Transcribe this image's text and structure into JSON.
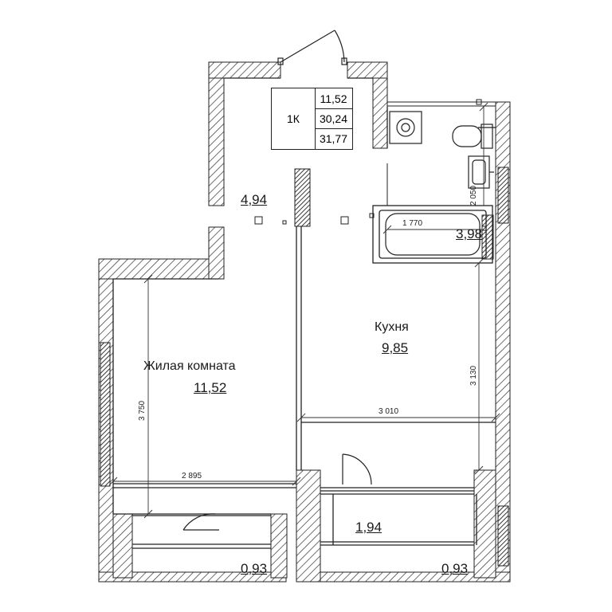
{
  "info": {
    "type": "1К",
    "living": "11,52",
    "total": "30,24",
    "total_with_balcony": "31,77"
  },
  "rooms": {
    "hall": {
      "area": "4,94"
    },
    "bathroom": {
      "area": "3,98"
    },
    "kitchen": {
      "name": "Кухня",
      "area": "9,85"
    },
    "living_room": {
      "name": "Жилая комната",
      "area": "11,52"
    },
    "loggia_center": {
      "area": "1,94"
    },
    "balcony_left": {
      "area": "0,93"
    },
    "balcony_right": {
      "area": "0,93"
    }
  },
  "dimensions": {
    "bath_width": "1 770",
    "bath_height": "2 050",
    "kitchen_width": "3 010",
    "kitchen_height": "3 130",
    "living_width": "2 895",
    "living_height": "3 750"
  },
  "colors": {
    "wall_hatch": "#333333",
    "line": "#222222",
    "column_fill": "#444444"
  }
}
